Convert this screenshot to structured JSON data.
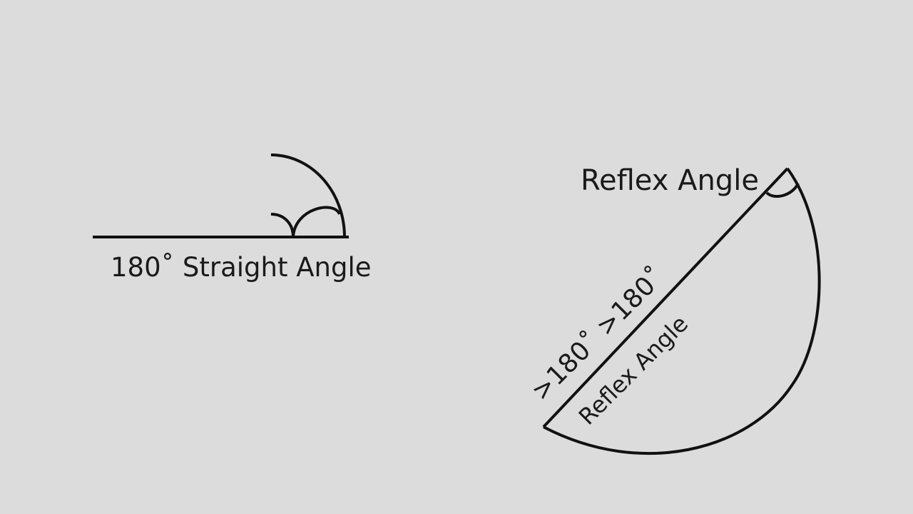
{
  "colors": {
    "background": "#dcdcdc",
    "ink": "#111111"
  },
  "straight_angle": {
    "label": "180˚ Straight Angle",
    "degrees": 180
  },
  "reflex_angle": {
    "title": "Reflex Angle",
    "line_label": ">180˚ >180˚",
    "inner_label": "Reflex Angle"
  }
}
